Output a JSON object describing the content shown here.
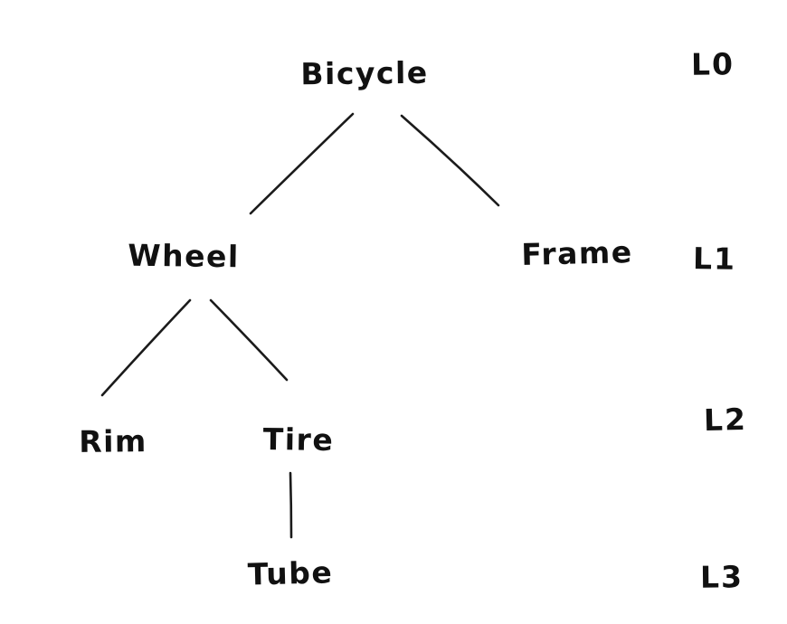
{
  "diagram": {
    "type": "tree",
    "style": "hand-drawn",
    "background_color": "#ffffff",
    "ink_color": "#1b1b1b",
    "nodes": [
      {
        "id": "bicycle",
        "label": "Bicycle",
        "level": 0
      },
      {
        "id": "wheel",
        "label": "Wheel",
        "level": 1
      },
      {
        "id": "frame",
        "label": "Frame",
        "level": 1
      },
      {
        "id": "rim",
        "label": "Rim",
        "level": 2
      },
      {
        "id": "tire",
        "label": "Tire",
        "level": 2
      },
      {
        "id": "tube",
        "label": "Tube",
        "level": 3
      }
    ],
    "edges": [
      {
        "from": "Bicycle",
        "to": "Wheel"
      },
      {
        "from": "Bicycle",
        "to": "Frame"
      },
      {
        "from": "Wheel",
        "to": "Rim"
      },
      {
        "from": "Wheel",
        "to": "Tire"
      },
      {
        "from": "Tire",
        "to": "Tube"
      }
    ],
    "level_labels": [
      {
        "label": "L0"
      },
      {
        "label": "L1"
      },
      {
        "label": "L2"
      },
      {
        "label": "L3"
      }
    ]
  }
}
